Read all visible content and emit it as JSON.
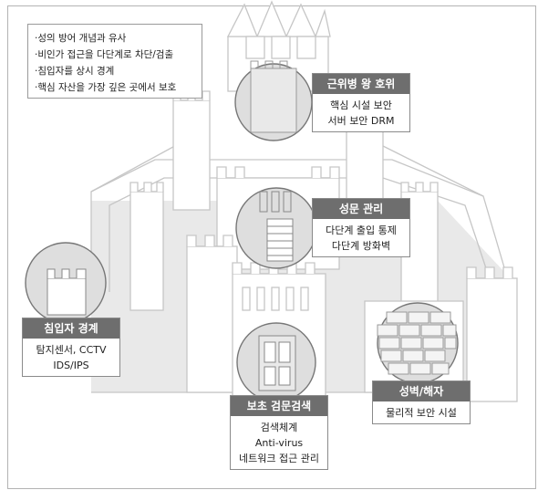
{
  "notes": {
    "items": [
      "·성의 방어 개념과 유사",
      "·비인가 접근을 다단계로 차단/검출",
      "·침입자를 상시 경계",
      "·핵심 자산을 가장 깊은 곳에서 보호"
    ]
  },
  "labels": {
    "guard": {
      "title": "근위병 왕 호위",
      "lines": [
        "핵심 시설 보안",
        "서버 보안 DRM"
      ]
    },
    "gate": {
      "title": "성문 관리",
      "lines": [
        "다단계 출입 통제",
        "다단계 방화벽"
      ]
    },
    "intruder": {
      "title": "침입자 경계",
      "lines": [
        "탐지센서, CCTV",
        "IDS/IPS"
      ]
    },
    "inspection": {
      "title": "보초 검문검색",
      "lines": [
        "검색체계",
        "Anti-virus",
        "네트워크 접근 관리"
      ]
    },
    "wall": {
      "title": "성벽/해자",
      "lines": [
        "물리적 보안 시설"
      ]
    }
  }
}
